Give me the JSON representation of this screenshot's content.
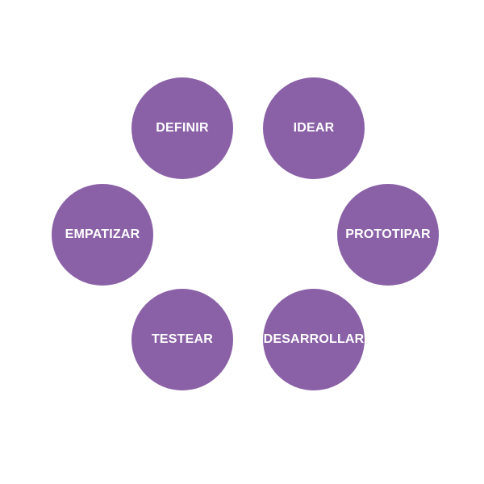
{
  "colors": {
    "circle_fill": "#8a61a7",
    "label_text": "#ffffff",
    "background": "#ffffff"
  },
  "stages": [
    {
      "label": "EMPATIZAR"
    },
    {
      "label": "DEFINIR"
    },
    {
      "label": "IDEAR"
    },
    {
      "label": "PROTOTIPAR"
    },
    {
      "label": "DESARROLLAR"
    },
    {
      "label": "TESTEAR"
    }
  ]
}
